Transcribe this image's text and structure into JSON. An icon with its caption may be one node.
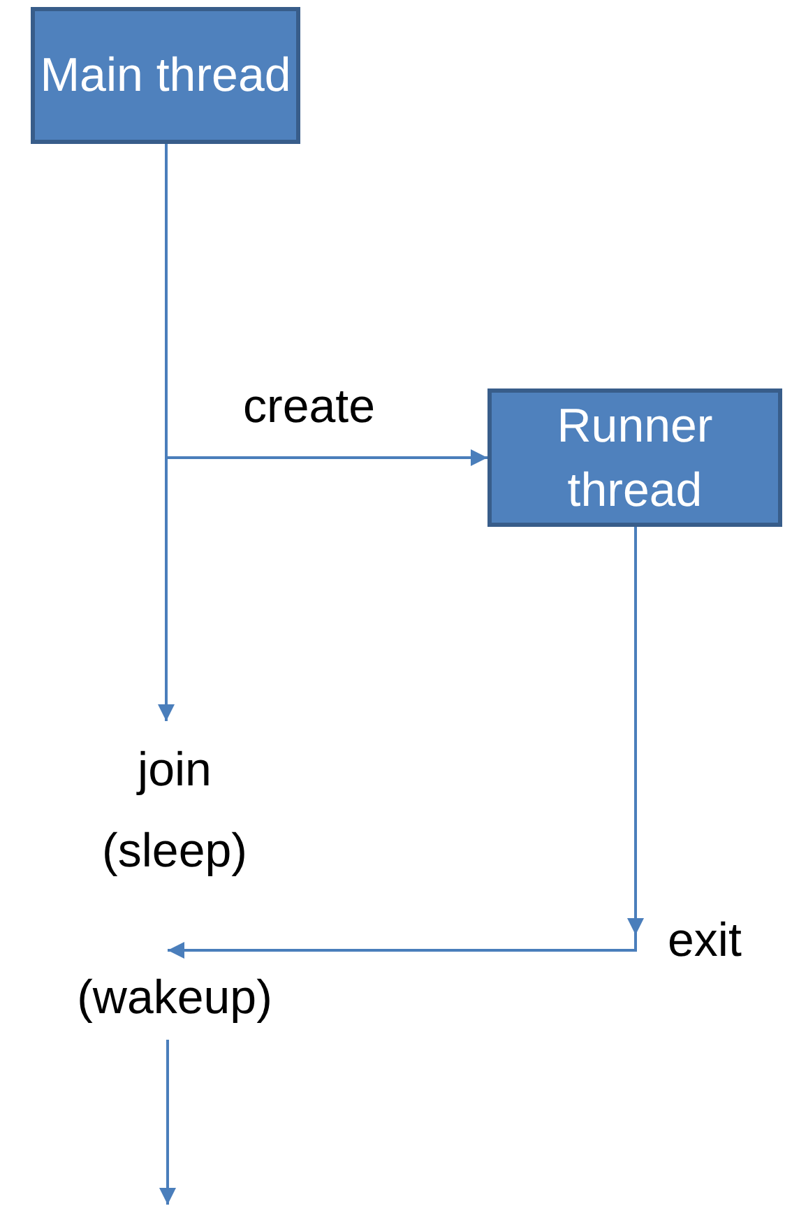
{
  "diagram": {
    "nodes": [
      {
        "text": [
          "Main thread"
        ]
      },
      {
        "text": [
          "Runner thread"
        ]
      },
      {
        "text": [
          "join (sleep)"
        ]
      },
      {
        "text": [
          "(wakeup)"
        ]
      }
    ],
    "edges": [
      {
        "from": 0,
        "to": 2,
        "arrow": "to"
      },
      {
        "from": 0,
        "to": 1,
        "arrow": "to",
        "label": "create"
      },
      {
        "from": 1,
        "to": 3,
        "arrow": "to",
        "label": "exit"
      },
      {
        "from": 3,
        "to": null,
        "arrow": "to"
      }
    ]
  }
}
